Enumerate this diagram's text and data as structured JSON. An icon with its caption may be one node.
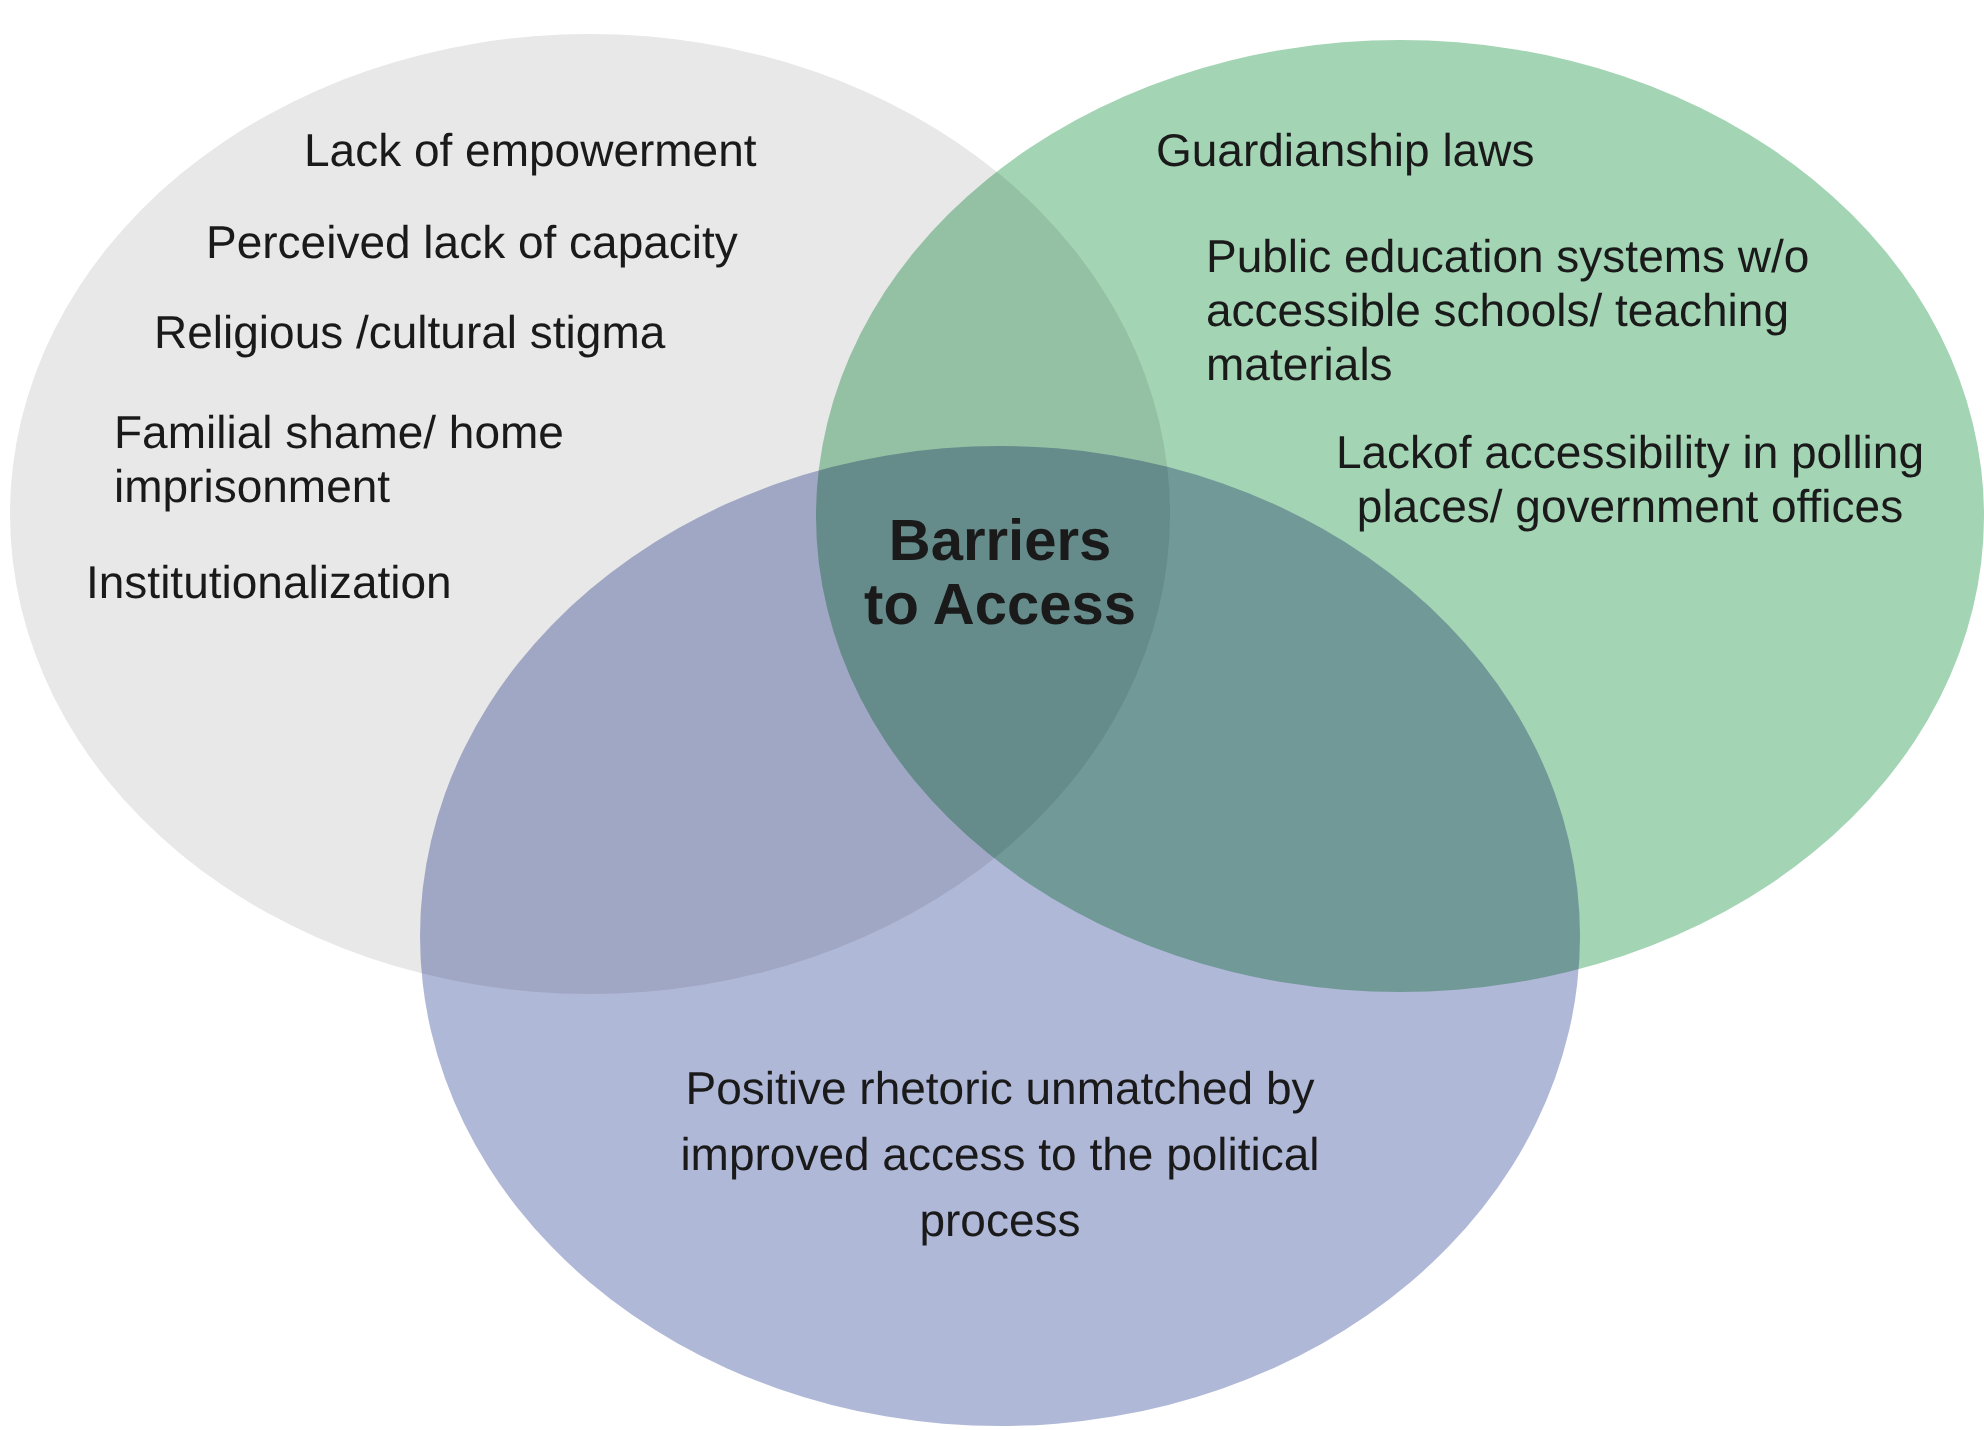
{
  "diagram": {
    "nodes": [
      {
        "text": [
          "Lack of empowerment",
          "Perceived lack of capacity",
          "Religious /cultural stigma",
          "Familial shame/ home imprisonment",
          "Institutionalization"
        ]
      },
      {
        "text": [
          "Guardianship laws",
          "Public education systems w/o accessible schools/ teaching materials",
          "Lackof accessibility in polling places/ government offices"
        ]
      },
      {
        "text": [
          "Positive rhetoric unmatched by improved access to the political process"
        ]
      }
    ],
    "edges": [],
    "labels": [
      "Barriers to Access"
    ]
  }
}
